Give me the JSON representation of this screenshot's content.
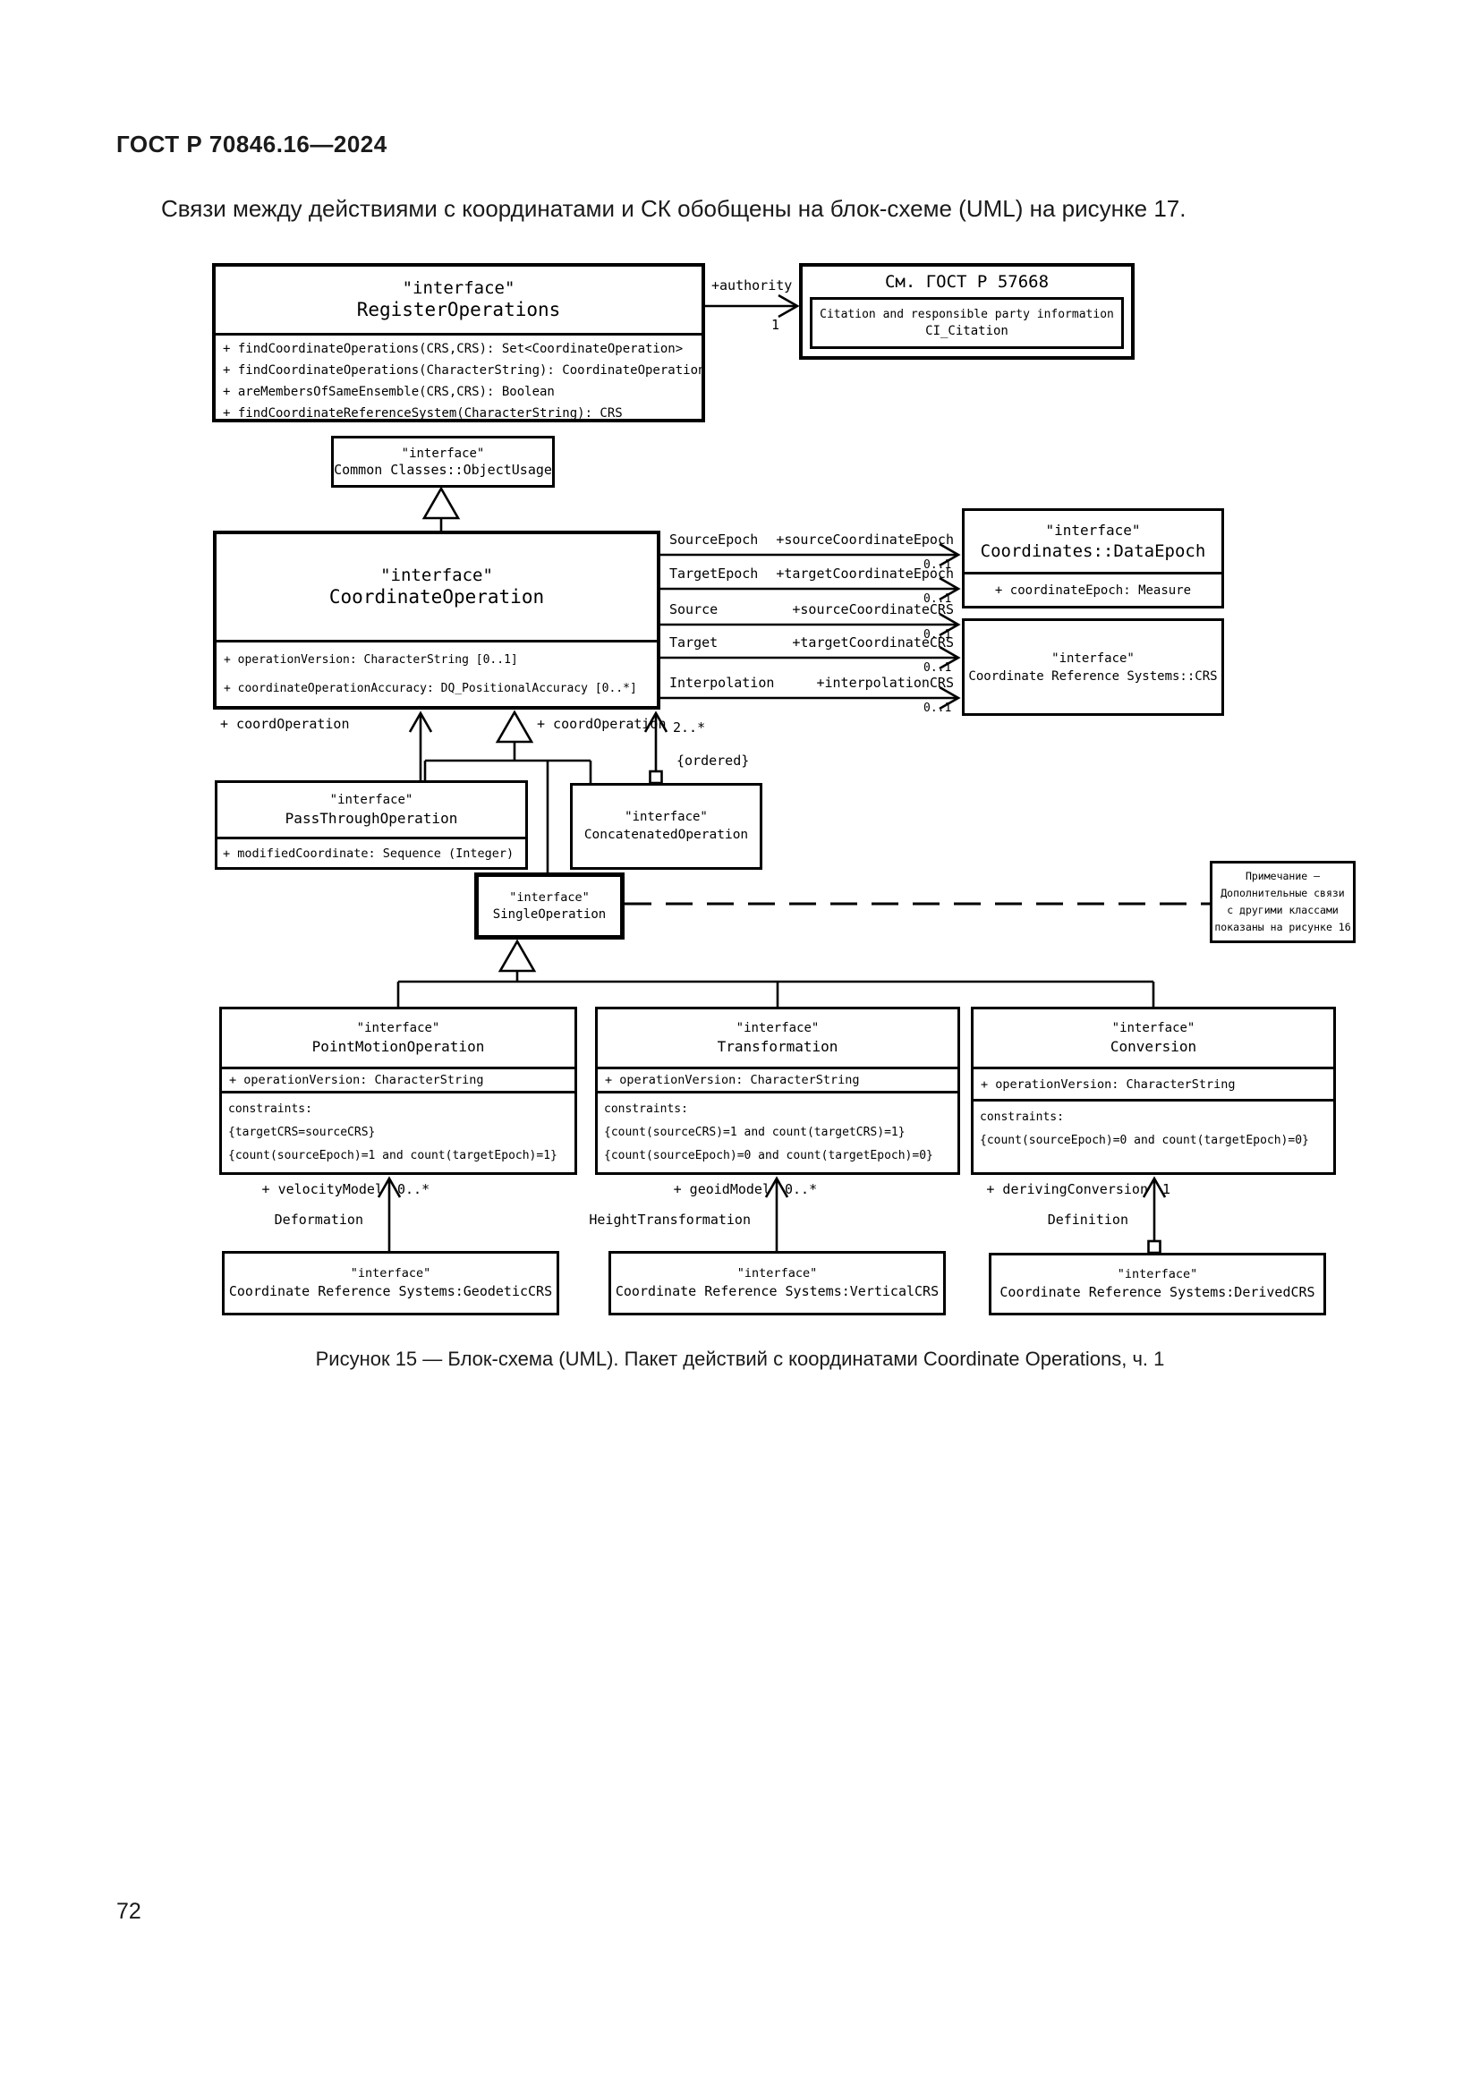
{
  "page": {
    "header": "ГОСТ Р 70846.16—2024",
    "intro": "Связи между действиями с координатами и СК обобщены на блок-схеме (UML) на рисунке 17.",
    "caption": "Рисунок 15 — Блок-схема (UML). Пакет действий с координатами Coordinate Operations, ч. 1",
    "page_number": "72"
  },
  "diagram": {
    "stereotype": "\"interface\"",
    "register_operations": {
      "name": "RegisterOperations",
      "operations": [
        "+ findCoordinateOperations(CRS,CRS): Set<CoordinateOperation>",
        "+ findCoordinateOperations(CharacterString): CoordinateOperation",
        "+ areMembersOfSameEnsemble(CRS,CRS): Boolean",
        "+ findCoordinateReferenceSystem(CharacterString): CRS"
      ]
    },
    "authority_edge": {
      "role": "+authority",
      "multiplicity": "1"
    },
    "citation": {
      "title": "См. ГОСТ Р 57668",
      "line1": "Citation and responsible party information",
      "line2": "CI_Citation"
    },
    "object_usage": {
      "name": "Common Classes::ObjectUsage"
    },
    "coordinate_operation": {
      "name": "CoordinateOperation",
      "attributes": [
        "+ operationVersion: CharacterString [0..1]",
        "+ coordinateOperationAccuracy: DQ_PositionalAccuracy [0..*]"
      ]
    },
    "data_epoch": {
      "name": "Coordinates::DataEpoch",
      "attribute": "+ coordinateEpoch: Measure"
    },
    "crs": {
      "name": "Coordinate Reference Systems::CRS"
    },
    "crs_links": [
      {
        "name": "SourceEpoch",
        "role": "+sourceCoordinateEpoch",
        "multiplicity": "0..1"
      },
      {
        "name": "TargetEpoch",
        "role": "+targetCoordinateEpoch",
        "multiplicity": "0..1"
      },
      {
        "name": "Source",
        "role": "+sourceCoordinateCRS",
        "multiplicity": "0..1"
      },
      {
        "name": "Target",
        "role": "+targetCoordinateCRS",
        "multiplicity": "0..1"
      },
      {
        "name": "Interpolation",
        "role": "+interpolationCRS",
        "multiplicity": "0..1"
      }
    ],
    "pass_through_edge": {
      "role": "+ coordOperation"
    },
    "concatenated_edge": {
      "role": "+ coordOperation",
      "multiplicity": "2..*",
      "constraint": "{ordered}"
    },
    "pass_through": {
      "name": "PassThroughOperation",
      "attribute": "+ modifiedCoordinate: Sequence (Integer)"
    },
    "concatenated": {
      "name": "ConcatenatedOperation"
    },
    "single_operation": {
      "name": "SingleOperation"
    },
    "note": {
      "line1": "Примечание —",
      "line2": "Дополнительные связи",
      "line3": "с другими классами",
      "line4": "показаны на рисунке 16"
    },
    "point_motion": {
      "name": "PointMotionOperation",
      "attribute": "+ operationVersion: CharacterString",
      "constraints": [
        "constraints:",
        "{targetCRS=sourceCRS}",
        "{count(sourceEpoch)=1 and count(targetEpoch)=1}"
      ]
    },
    "transformation": {
      "name": "Transformation",
      "attribute": "+ operationVersion: CharacterString",
      "constraints": [
        "constraints:",
        "{count(sourceCRS)=1 and count(targetCRS)=1}",
        "{count(sourceEpoch)=0 and count(targetEpoch)=0}"
      ]
    },
    "conversion": {
      "name": "Conversion",
      "attribute": "+ operationVersion: CharacterString",
      "constraints": [
        "constraints:",
        "{count(sourceEpoch)=0 and count(targetEpoch)=0}"
      ]
    },
    "velocity_edge": {
      "role": "+ velocityModel",
      "multiplicity": "0..*",
      "name": "Deformation"
    },
    "geoid_edge": {
      "role": "+ geoidModel",
      "multiplicity": "0..*",
      "name": "HeightTransformation"
    },
    "deriving_edge": {
      "role": "+ derivingConversion",
      "multiplicity": "1",
      "name": "Definition"
    },
    "geodetic_crs": {
      "name": "Coordinate Reference Systems:GeodeticCRS"
    },
    "vertical_crs": {
      "name": "Coordinate Reference Systems:VerticalCRS"
    },
    "derived_crs": {
      "name": "Coordinate Reference Systems:DerivedCRS"
    }
  }
}
